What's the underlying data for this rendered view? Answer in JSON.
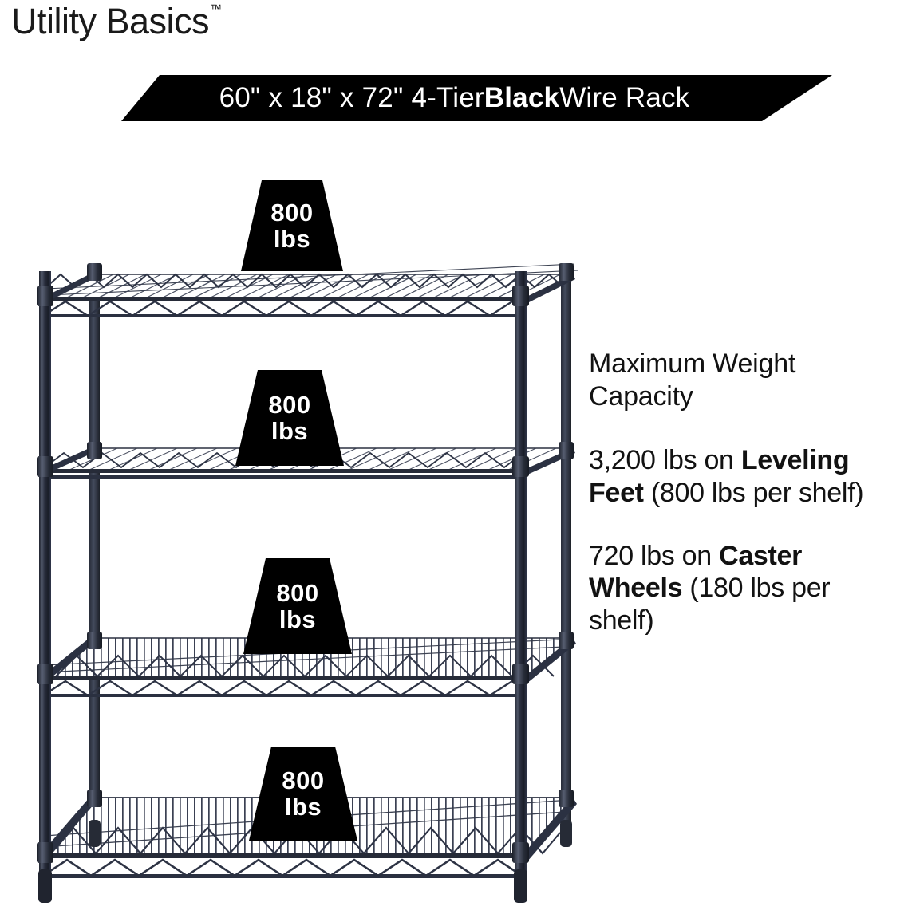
{
  "brand": {
    "name": "Utility Basics",
    "trademark": "™"
  },
  "banner": {
    "text_plain": "60\" x 18\" x 72\" 4-Tier Black Wire Rack",
    "prefix": "60\" x 18\" x 72\" 4-Tier ",
    "emphasis": "Black",
    "suffix": " Wire Rack",
    "background_color": "#000000",
    "text_color": "#ffffff"
  },
  "product": {
    "width_in": "60\"",
    "depth_in": "18\"",
    "height_in": "72\"",
    "tiers": "4-Tier",
    "color": "Black",
    "type": "Wire Rack",
    "frame_color": "#2a2f3d"
  },
  "badges": [
    {
      "number": "800",
      "unit": "lbs",
      "shelf": "1"
    },
    {
      "number": "800",
      "unit": "lbs",
      "shelf": "2"
    },
    {
      "number": "800",
      "unit": "lbs",
      "shelf": "3"
    },
    {
      "number": "800",
      "unit": "lbs",
      "shelf": "4"
    }
  ],
  "copy": {
    "heading_line1": "Maximum Weight",
    "heading_line2": "Capacity",
    "heading": "Maximum Weight Capacity",
    "para1": {
      "lead": "3,200 lbs on ",
      "emphasis": "Leveling Feet",
      "tail": " (800 lbs per shelf)",
      "full": "3,200 lbs on Leveling Feet (800 lbs per shelf)"
    },
    "para2": {
      "lead": "720 lbs on ",
      "emphasis": "Caster Wheels",
      "tail": " (180 lbs per shelf)",
      "full": "720 lbs on Caster Wheels (180 lbs per shelf)"
    }
  }
}
